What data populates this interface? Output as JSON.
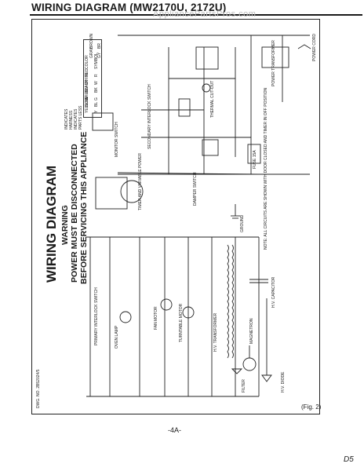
{
  "header": {
    "title": "WIRING DIAGRAM (MW2170U, 2172U)",
    "watermark": "AppliancePartsPros.com"
  },
  "diagram": {
    "title": "WIRING DIAGRAM",
    "warning_line1": "WARNING",
    "warning_line2": "POWER MUST BE DISCONNECTED",
    "warning_line3": "BEFORE SERVICING THIS APPLIANCE"
  },
  "legend": {
    "color_header": "COLOR",
    "symbol_header": "SYMBOL",
    "rows": [
      {
        "color": "RED",
        "symbol": "R"
      },
      {
        "color": "WHITE",
        "symbol": "W"
      },
      {
        "color": "BLACK",
        "symbol": "BK"
      },
      {
        "color": "GREEN",
        "symbol": "G"
      },
      {
        "color": "BLUE",
        "symbol": "BL"
      },
      {
        "color": "YELLOW",
        "symbol": "Y"
      },
      {
        "color": "BROWN",
        "symbol": "BR"
      },
      {
        "color": "GRAY",
        "symbol": "GY"
      }
    ],
    "keys": [
      "INDICATES",
      "HARNESS",
      "INDICATES",
      "PARTS LESS"
    ]
  },
  "components": {
    "fuse": "FUSE 15A",
    "thermal_cutout": "THERMAL CUT-OUT",
    "primary_interlock": "PRIMARY INTERLOCK SWITCH",
    "secondary_interlock": "SECONDARY INTERLOCK SWITCH",
    "monitor_switch": "MONITOR SWITCH",
    "oven_lamp": "OVEN LAMP",
    "fan_motor": "FAN MOTOR",
    "turntable_motor": "TURNTABLE MOTOR",
    "damper_switch": "DAMPER SWITCH",
    "power_transformer": "POWER TRANSFORMER",
    "hv_transformer": "H.V. TRANSFORMER",
    "hv_capacitor": "H.V. CAPACITOR",
    "hv_diode": "H.V. DIODE",
    "magnetron": "MAGNETRON",
    "filter": "FILTER",
    "timer": "TIMER AND VARIABLE POWER",
    "ground": "GROUND",
    "power_cord": "POWER CORD",
    "note": "NOTE: ALL CIRCUITS ARE SHOWN WITH DOOR CLOSED AND TIMER IN OFF POSITION",
    "drawing_no": "DWG. NO. 2B52024/5"
  },
  "footer": {
    "fig_label": "(Fig. 2)",
    "page_number": "-4A-",
    "corner_mark": "D5"
  }
}
